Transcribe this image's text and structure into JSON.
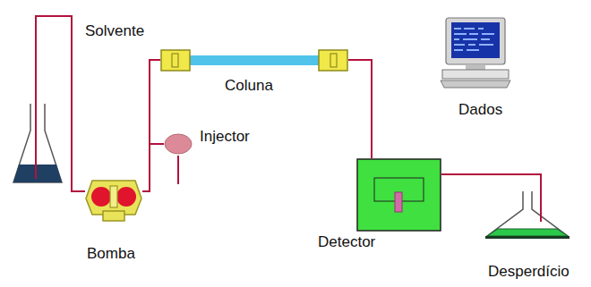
{
  "diagram": {
    "nodes": [
      {
        "text": [
          "Solvente"
        ]
      },
      {
        "text": [
          "Bomba"
        ]
      },
      {
        "text": [
          "Injector"
        ]
      },
      {
        "text": [
          "Coluna"
        ]
      },
      {
        "text": [
          "Detector"
        ]
      },
      {
        "text": [
          "Desperdício"
        ]
      },
      {
        "text": [
          "Dados"
        ]
      }
    ],
    "edges": [
      {
        "from": 0,
        "to": 1,
        "arrow": "none"
      },
      {
        "from": 1,
        "to": 3,
        "arrow": "none"
      },
      {
        "from": 2,
        "to": 3,
        "arrow": "none"
      },
      {
        "from": 3,
        "to": 4,
        "arrow": "none"
      },
      {
        "from": 4,
        "to": 5,
        "arrow": "none"
      }
    ]
  }
}
